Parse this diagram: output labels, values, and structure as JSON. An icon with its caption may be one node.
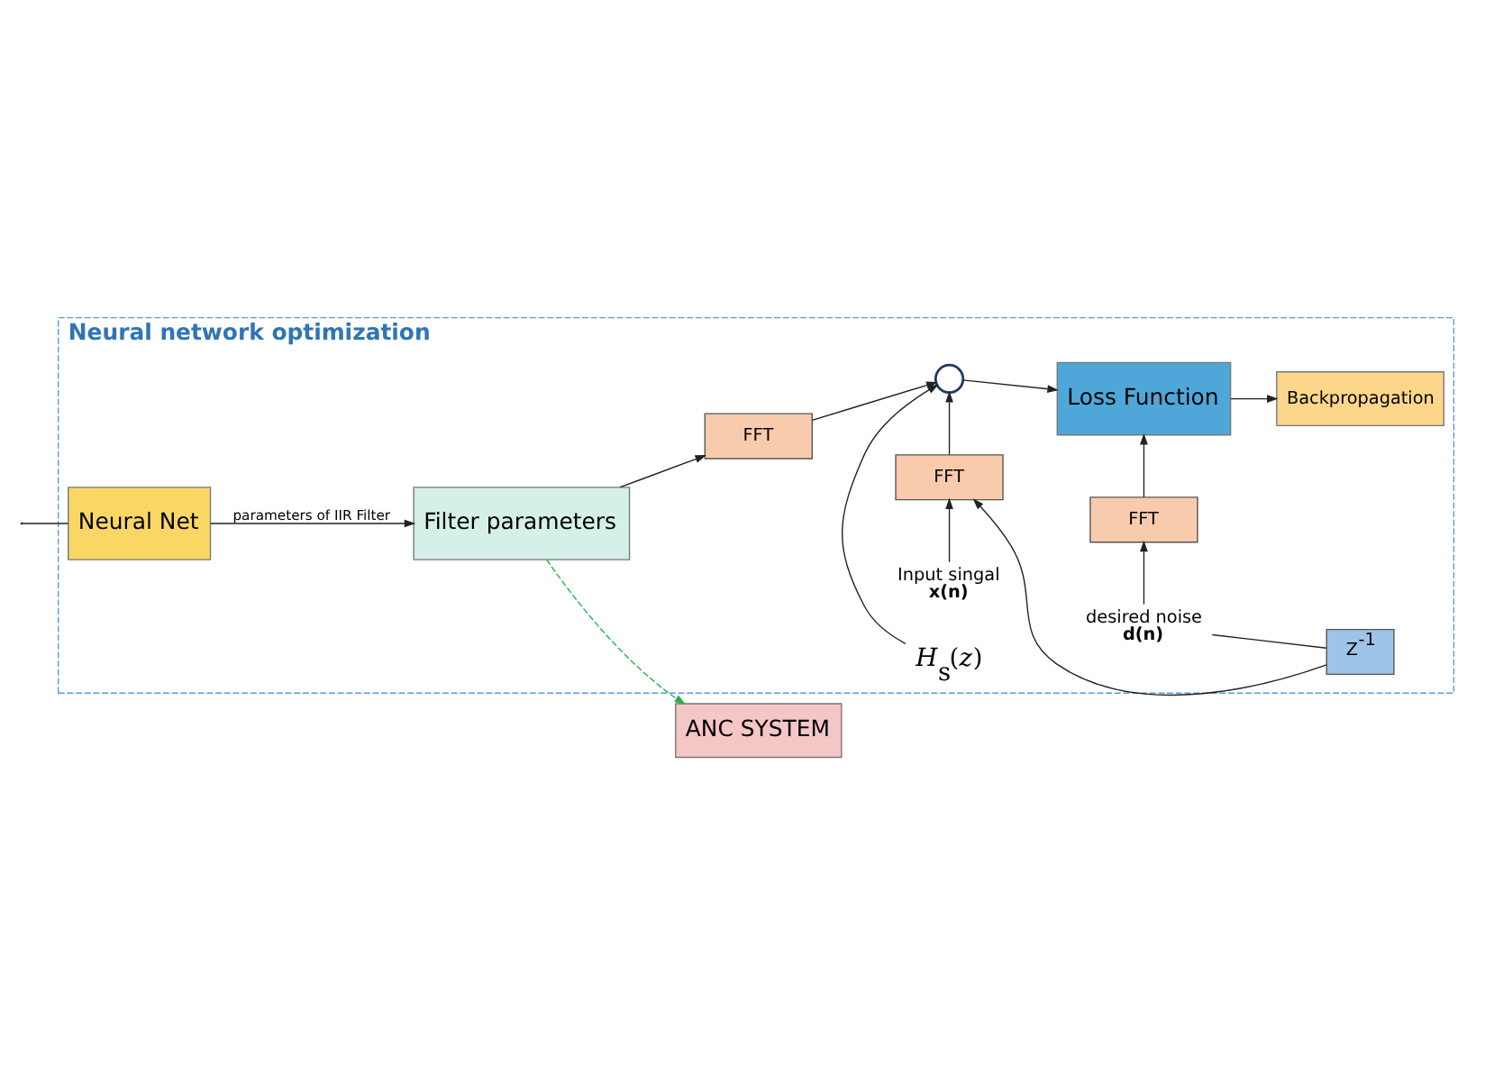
{
  "diagram": {
    "nodes": [
      {
        "text": [
          "Neural network optimization"
        ]
      },
      {
        "text": [
          "Input singal **x(n)**"
        ],
        "in": 0
      },
      {
        "text": [
          "desired noise **d(n)**"
        ],
        "in": 0
      },
      {
        "text": [
          "Z$^{-1}$"
        ],
        "in": 0
      },
      {
        "text": [
          "FFT"
        ],
        "in": 0
      },
      {
        "text": [
          "FFT"
        ],
        "in": 0
      },
      {
        "text": [
          "Neural Net"
        ],
        "in": 0
      },
      {
        "text": [
          "Filter parameters"
        ],
        "in": 0
      },
      {
        "text": [
          "FFT"
        ],
        "in": 0
      },
      {
        "text": [],
        "shape": "circle",
        "in": 0
      },
      {
        "text": [
          "Loss Function"
        ],
        "in": 0
      },
      {
        "text": [
          "*H*$_{s}$(*z*)"
        ],
        "in": 0
      },
      {
        "text": [
          "Backpropagation"
        ],
        "in": 0
      },
      {
        "text": [
          "ANC SYSTEM"
        ]
      }
    ],
    "edges": [
      {
        "from": null,
        "to": 6,
        "arrow": "none"
      },
      {
        "from": 6,
        "to": 7,
        "arrow": "to",
        "label": "parameters of IIR Filter"
      },
      {
        "from": 7,
        "to": 8,
        "arrow": "to"
      },
      {
        "from": 8,
        "to": 9,
        "arrow": "to"
      },
      {
        "from": 1,
        "to": 4,
        "arrow": "to"
      },
      {
        "from": 2,
        "to": 3,
        "arrow": "none"
      },
      {
        "from": 3,
        "to": 4,
        "arrow": "to"
      },
      {
        "from": 2,
        "to": 5,
        "arrow": "to"
      },
      {
        "from": 4,
        "to": 9,
        "arrow": "to"
      },
      {
        "from": 11,
        "to": 9,
        "arrow": "to"
      },
      {
        "from": 9,
        "to": 10,
        "arrow": "to"
      },
      {
        "from": 5,
        "to": 10,
        "arrow": "to"
      },
      {
        "from": 10,
        "to": 12,
        "arrow": "to"
      },
      {
        "from": 7,
        "to": 13,
        "arrow": "to",
        "style": "dashed",
        "color": "#22b14c"
      }
    ]
  }
}
